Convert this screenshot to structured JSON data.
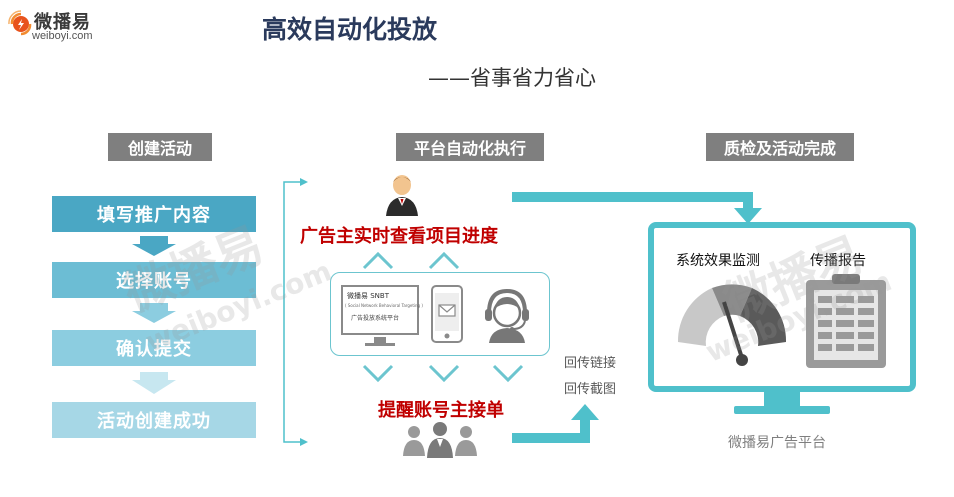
{
  "logo": {
    "name_cn": "微播易",
    "name_en": "weiboyi.com"
  },
  "header": {
    "title": "高效自动化投放",
    "subtitle": "——省事省力省心"
  },
  "sections": [
    {
      "label": "创建活动"
    },
    {
      "label": "平台自动化执行"
    },
    {
      "label": "质检及活动完成"
    }
  ],
  "steps": [
    {
      "label": "填写推广内容"
    },
    {
      "label": "选择账号"
    },
    {
      "label": "确认提交"
    },
    {
      "label": "活动创建成功"
    }
  ],
  "platform": {
    "advertiser_view": "广告主实时查看项目进度",
    "remind_accounts": "提醒账号主接单",
    "card_title": "微播易 SNBT",
    "card_subtitle": "( Social Network Behavioral Targeting )",
    "card_caption": "广告投放系统平台"
  },
  "feedback": {
    "link": "回传链接",
    "screenshot": "回传截图"
  },
  "monitor": {
    "effect_label": "系统效果监测",
    "report_label": "传播报告",
    "caption": "微播易广告平台"
  },
  "colors": {
    "teal": "#4fc0cb",
    "step1": "#4aa7c4",
    "step2": "#6cbdd4",
    "step3": "#8ccde0",
    "step4": "#a6d7e6",
    "red": "#c00000",
    "header_gray": "#7f7f7f"
  }
}
